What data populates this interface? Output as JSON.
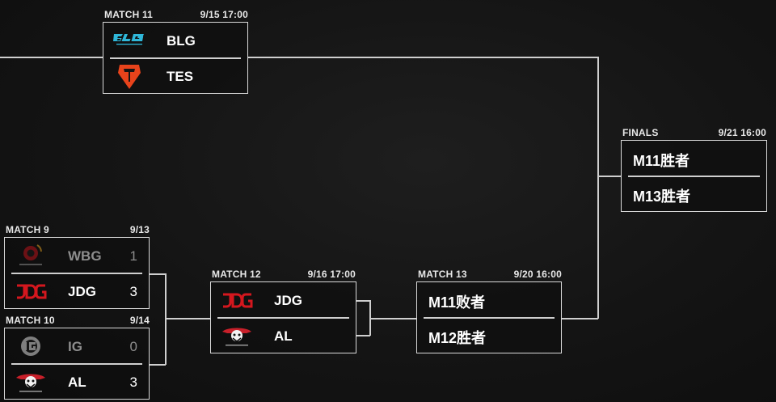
{
  "match11": {
    "label": "MATCH 11",
    "time": "9/15  17:00",
    "team1": {
      "name": "BLG",
      "logo": "blg-logo"
    },
    "team2": {
      "name": "TES",
      "logo": "tes-logo"
    }
  },
  "finals": {
    "label": "FINALS",
    "time": "9/21  16:00",
    "slot1": "M11胜者",
    "slot2": "M13胜者"
  },
  "match9": {
    "label": "MATCH 9",
    "time": "9/13",
    "team1": {
      "name": "WBG",
      "score": "1",
      "logo": "wbg-logo"
    },
    "team2": {
      "name": "JDG",
      "score": "3",
      "logo": "jdg-logo"
    }
  },
  "match10": {
    "label": "MATCH 10",
    "time": "9/14",
    "team1": {
      "name": "IG",
      "score": "0",
      "logo": "ig-logo"
    },
    "team2": {
      "name": "AL",
      "score": "3",
      "logo": "al-logo"
    }
  },
  "match12": {
    "label": "MATCH 12",
    "time": "9/16  17:00",
    "team1": {
      "name": "JDG",
      "logo": "jdg-logo"
    },
    "team2": {
      "name": "AL",
      "logo": "al-logo"
    }
  },
  "match13": {
    "label": "MATCH 13",
    "time": "9/20  16:00",
    "slot1": "M11败者",
    "slot2": "M12胜者"
  },
  "colors": {
    "line": "#cfcfcf",
    "loser_text": "#8d8d8d",
    "jdg_red": "#d4171e",
    "tes_red": "#e8431b",
    "blg_blue": "#2fb7d9"
  }
}
